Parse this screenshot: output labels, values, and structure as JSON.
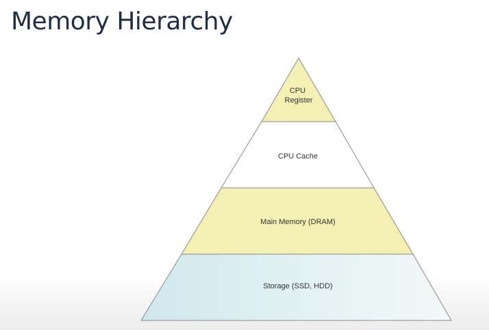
{
  "title": "Memory Hierarchy",
  "pyramid": {
    "levels": [
      {
        "label_lines": [
          "CPU",
          "Register"
        ],
        "fill": "#f4f0b4"
      },
      {
        "label_lines": [
          "CPU Cache"
        ],
        "fill": "#ffffff"
      },
      {
        "label_lines": [
          "Main Memory (DRAM)"
        ],
        "fill": "#f4f0b4"
      },
      {
        "label_lines": [
          "Storage (SSD, HDD)"
        ],
        "fill": "#d6ecef"
      }
    ],
    "stroke": "#8a8a8a"
  }
}
